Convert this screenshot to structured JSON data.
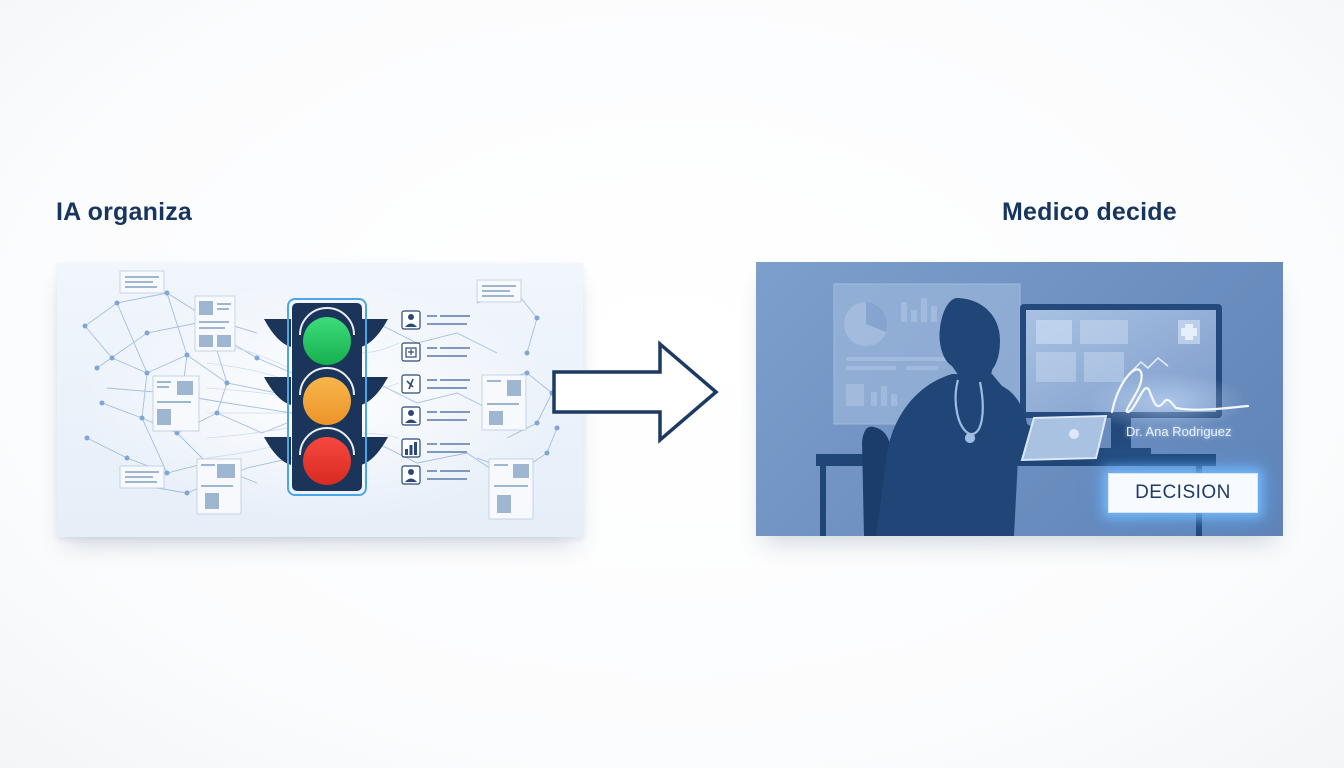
{
  "left_section": {
    "heading": "IA organiza"
  },
  "right_section": {
    "heading": "Medico decide",
    "signature_name": "Dr. Ana Rodriguez",
    "badge": "DECISION"
  },
  "traffic_light": {
    "top_color": "#22c55e",
    "middle_color": "#f4a53a",
    "bottom_color": "#ef3b33",
    "housing_color": "#1a3559"
  },
  "colors": {
    "heading": "#17355f",
    "arrow_stroke": "#1c3a63",
    "network": "#7fa6d6",
    "silhouette": "#1f4677"
  },
  "icons": [
    "patient-icon",
    "hospital-icon",
    "medicine-icon",
    "doctor-icon",
    "chart-icon",
    "person-icon"
  ]
}
